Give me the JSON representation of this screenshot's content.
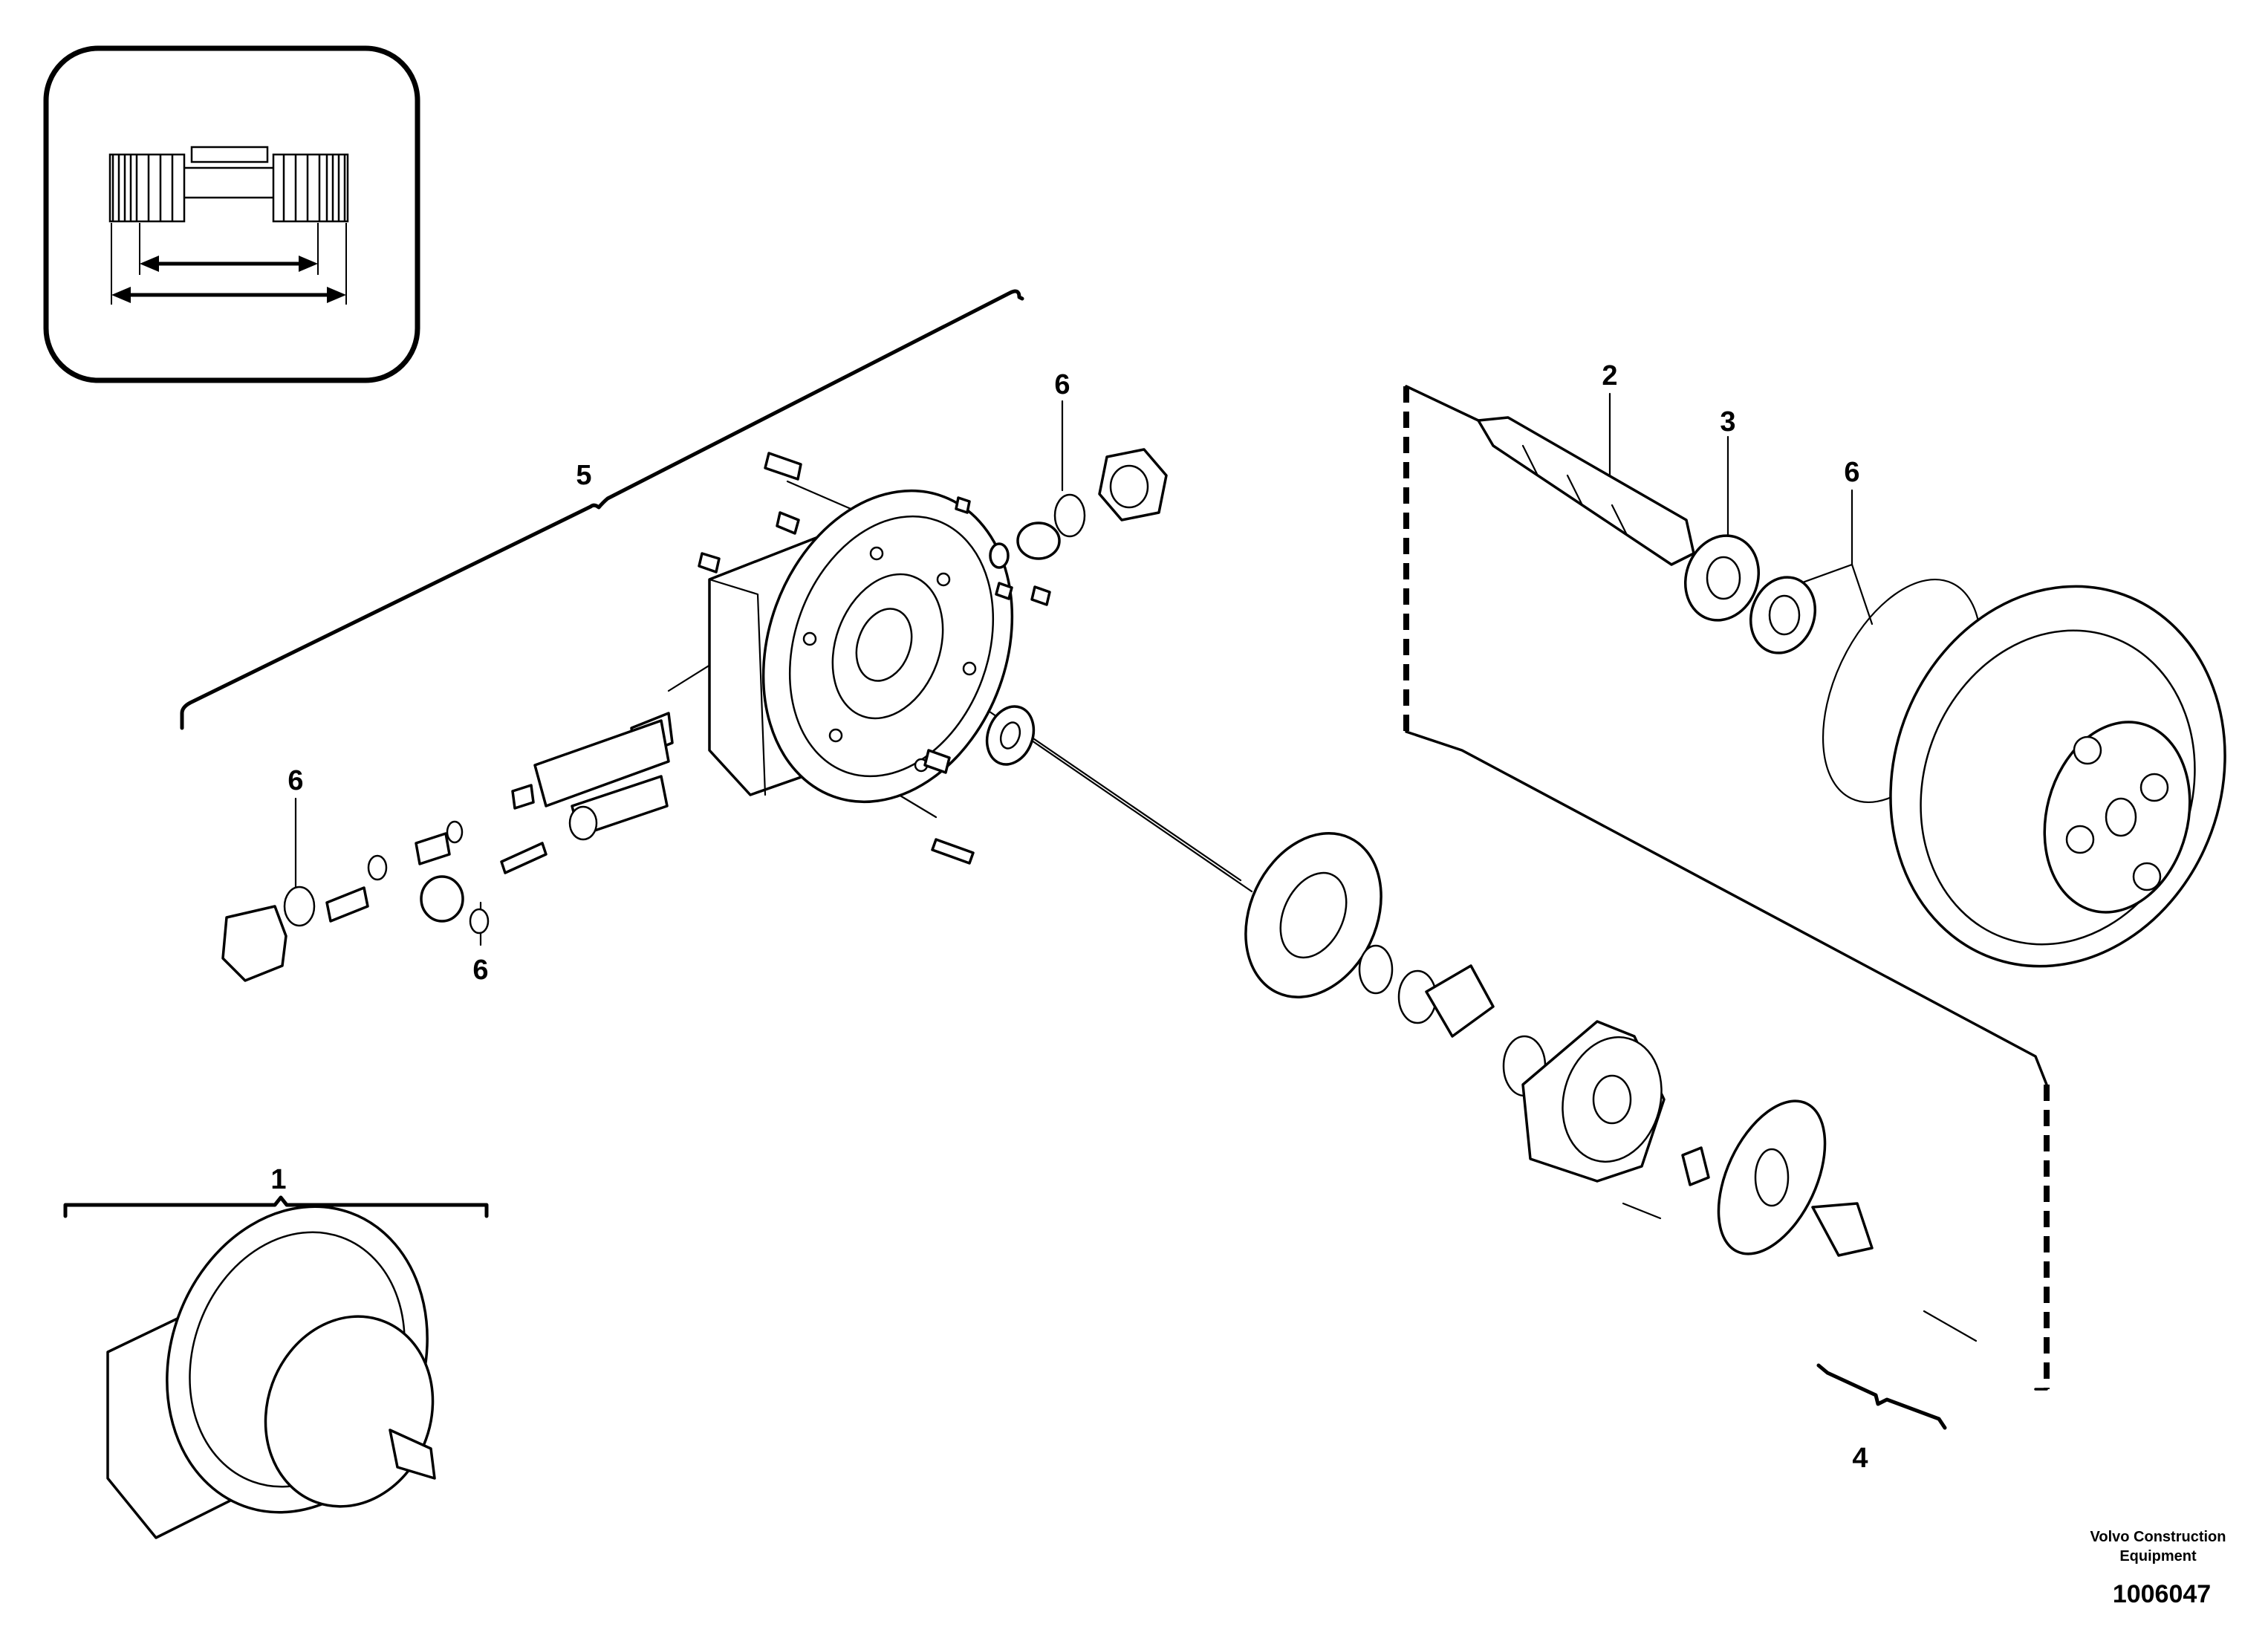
{
  "callouts": {
    "c1": "1",
    "c2": "2",
    "c3": "3",
    "c4": "4",
    "c5": "5",
    "c6_top": "6",
    "c6_left": "6",
    "c6_mid": "6",
    "c6_right": "6"
  },
  "credit": {
    "line1": "Volvo Construction",
    "line2": "Equipment"
  },
  "document_number": "1006047"
}
